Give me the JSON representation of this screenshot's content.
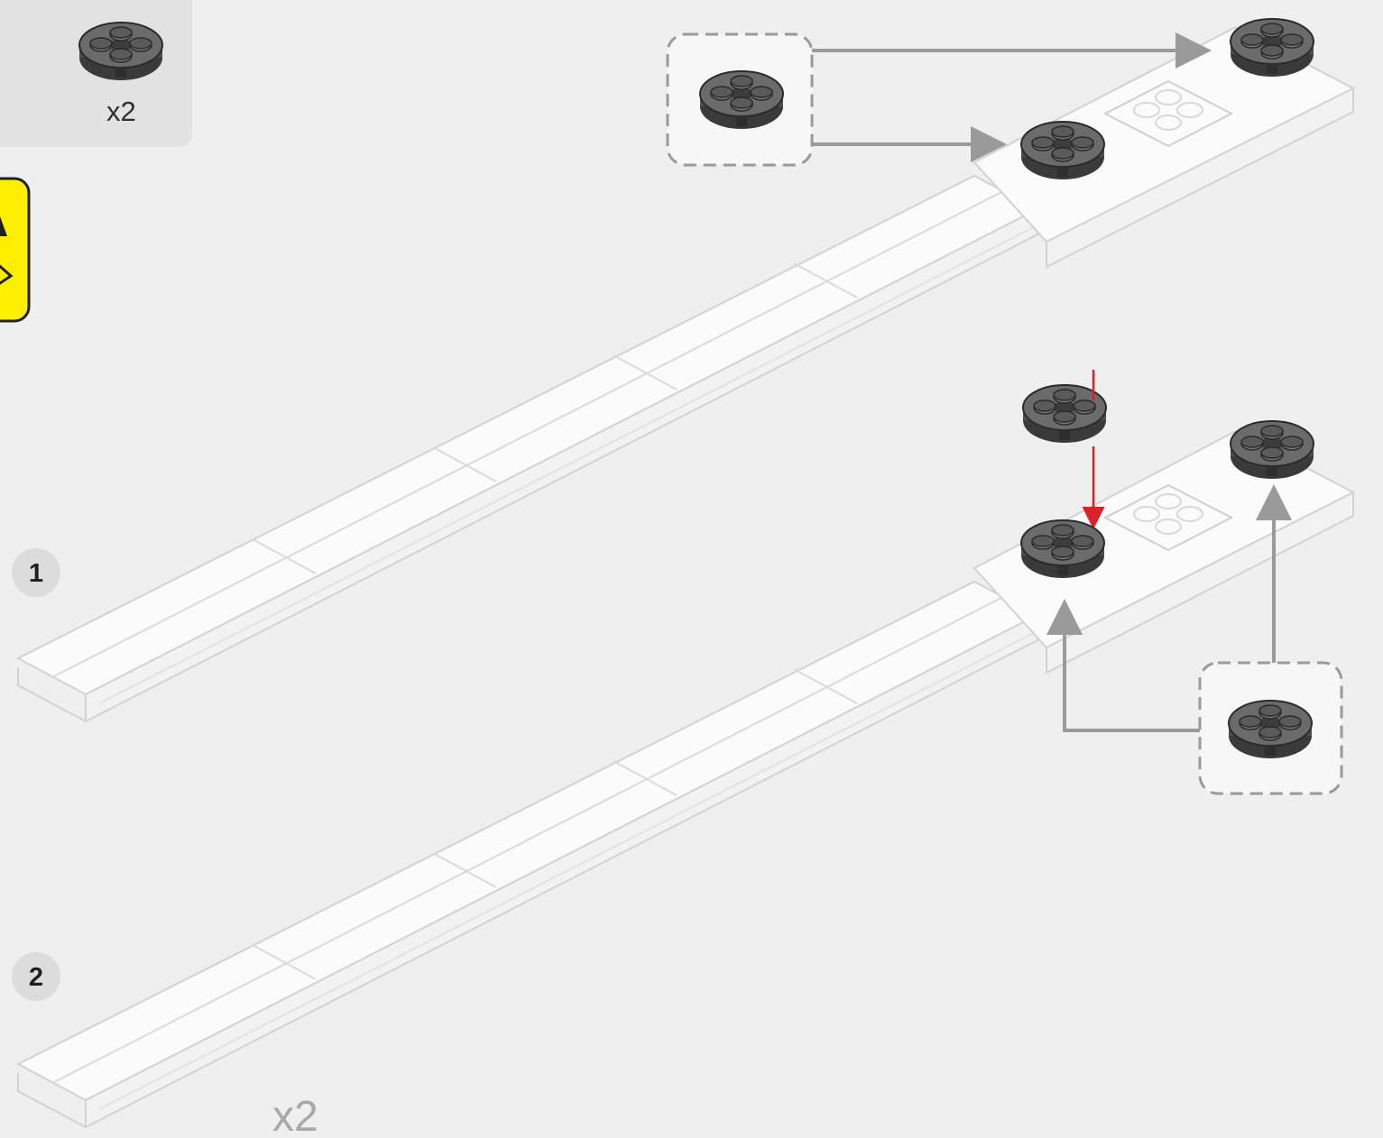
{
  "parts_list": {
    "icon": "round-plate-2x2-dark-gray-icon",
    "quantity_label": "x2"
  },
  "warning_icon": "yellow-rotate-warning-icon",
  "steps": [
    {
      "number": "1"
    },
    {
      "number": "2"
    }
  ],
  "sub_assembly_multiplier": "x2",
  "colors": {
    "background": "#efefef",
    "parts_panel": "#e2e2e2",
    "callout_box": "#f7f7f7",
    "brick_dark_gray": "#5b5b5b",
    "brick_white": "#fbfbfb",
    "arrow_gray": "#9a9a9a",
    "arrow_red": "#d8232a",
    "warning_yellow": "#ffee00"
  }
}
